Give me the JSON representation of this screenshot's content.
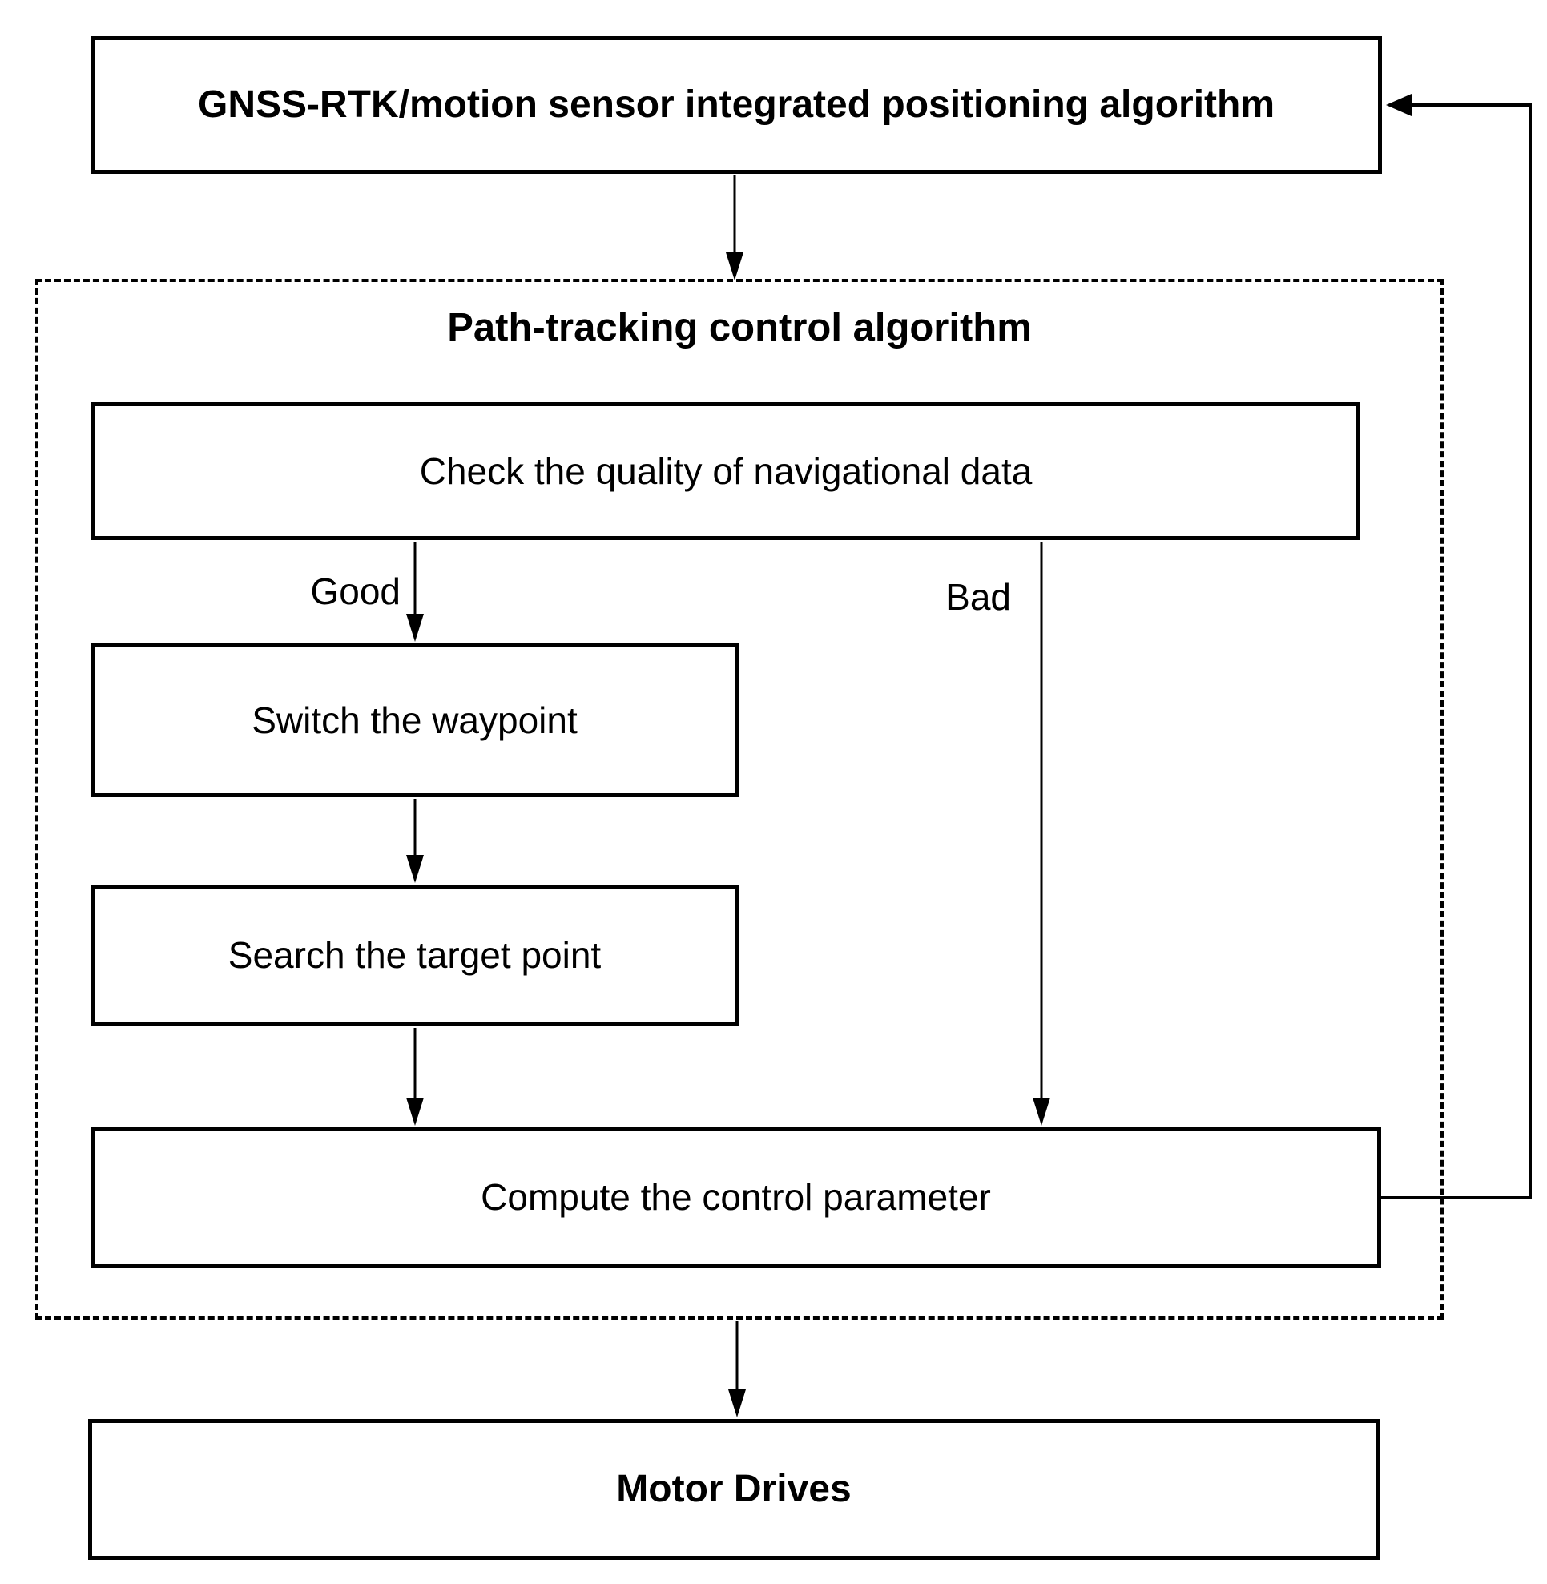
{
  "diagram": {
    "top_box": {
      "label": "GNSS-RTK/motion sensor integrated positioning algorithm"
    },
    "container": {
      "title": "Path-tracking control algorithm"
    },
    "nodes": {
      "check": {
        "label": "Check the quality of navigational data"
      },
      "switch_waypoint": {
        "label": "Switch the waypoint"
      },
      "search_target": {
        "label": "Search the target point"
      },
      "compute": {
        "label": "Compute the control parameter"
      },
      "motor": {
        "label": "Motor Drives"
      }
    },
    "edge_labels": {
      "good": "Good",
      "bad": "Bad"
    },
    "colors": {
      "stroke": "#000000",
      "background": "#ffffff"
    }
  }
}
